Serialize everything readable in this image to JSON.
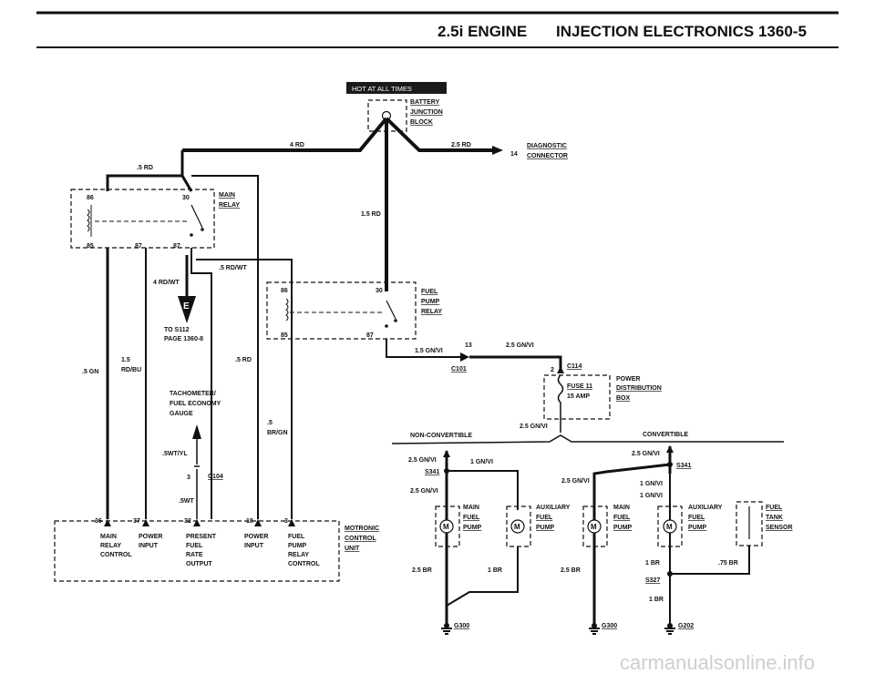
{
  "header": {
    "engine": "2.5i ENGINE",
    "section": "INJECTION ELECTRONICS 1360-5"
  },
  "hot_badge": "HOT AT ALL TIMES",
  "labels": {
    "battery_junction_block": [
      "BATTERY",
      "JUNCTION",
      "BLOCK"
    ],
    "wire_4rd": "4 RD",
    "wire_25rd": "2.5 RD",
    "diag_pin": "14",
    "diagnostic_connector": [
      "DIAGNOSTIC",
      "CONNECTOR"
    ],
    "wire_5rd_top": ".5 RD",
    "main_relay": [
      "MAIN",
      "RELAY"
    ],
    "main_relay_pins": [
      "86",
      "30",
      "85",
      "87",
      "87"
    ],
    "wire_15rd": "1.5 RD",
    "wire_5rdwt": ".5 RD/WT",
    "wire_4rdwt": "4 RD/WT",
    "to_s112": [
      "TO S112",
      "PAGE 1360-8"
    ],
    "fuel_pump_relay": [
      "FUEL",
      "PUMP",
      "RELAY"
    ],
    "fuel_pump_relay_pins": [
      "86",
      "30",
      "85",
      "87"
    ],
    "wire_15gnvi": "1.5 GN/VI",
    "wire_25gnvi_top": "2.5 GN/VI",
    "c101_pin": "13",
    "c101": "C101",
    "c114_pin": "2",
    "c114": "C114",
    "power_distribution_box": [
      "POWER",
      "DISTRIBUTION",
      "BOX"
    ],
    "fuse": [
      "FUSE 11",
      "15 AMP"
    ],
    "wire_25gnvi_fuse": "2.5 GN/VI",
    "wire_15rdbu": [
      "1.5",
      "RD/BU"
    ],
    "wire_5gn": ".5 GN",
    "wire_5rd_mid": ".5 RD",
    "tach_gauge": [
      "TACHOMETER/",
      "FUEL ECONOMY",
      "GAUGE"
    ],
    "wire_5brgn": [
      ".5",
      "BR/GN"
    ],
    "wire_5wtyl": ".5WT/YL",
    "c104_pin": "3",
    "c104": "C104",
    "wire_5wt": ".5WT",
    "non_convertible": "NON-CONVERTIBLE",
    "convertible": "CONVERTIBLE",
    "ecu_pins": [
      "36",
      "37",
      "32",
      "18",
      "3"
    ],
    "ecu_functions": [
      [
        "MAIN",
        "RELAY",
        "CONTROL"
      ],
      [
        "POWER",
        "INPUT"
      ],
      [
        "PRESENT",
        "FUEL",
        "RATE",
        "OUTPUT"
      ],
      [
        "POWER",
        "INPUT"
      ],
      [
        "FUEL",
        "PUMP",
        "RELAY",
        "CONTROL"
      ]
    ],
    "motronic_control_unit": [
      "MOTRONIC",
      "CONTROL",
      "UNIT"
    ],
    "nc_wire_25gnvi_a": "2.5 GN/VI",
    "nc_s341": "S341",
    "nc_wire_25gnvi_b": "2.5 GN/VI",
    "nc_wire_1gnvi": "1 GN/VI",
    "nc_main_pump": [
      "MAIN",
      "FUEL",
      "PUMP"
    ],
    "nc_aux_pump": [
      "AUXILIARY",
      "FUEL",
      "PUMP"
    ],
    "nc_wire_25br": "2.5 BR",
    "nc_wire_1br": "1 BR",
    "nc_g300": "G300",
    "cv_wire_25gnvi_a": "2.5 GN/VI",
    "cv_s341": "S341",
    "cv_wire_25gnvi_b": "2.5 GN/VI",
    "cv_wire_1gnvi_a": "1 GN/VI",
    "cv_wire_1gnvi_b": "1 GN/VI",
    "cv_main_pump": [
      "MAIN",
      "FUEL",
      "PUMP"
    ],
    "cv_aux_pump": [
      "AUXILIARY",
      "FUEL",
      "PUMP"
    ],
    "fuel_tank_sensor": [
      "FUEL",
      "TANK",
      "SENSOR"
    ],
    "cv_wire_25br": "2.5 BR",
    "cv_g300": "G300",
    "cv_wire_1br": "1 BR",
    "cv_wire_75br": ".75 BR",
    "cv_s327": "S327",
    "cv_wire_1br_b": "1 BR",
    "cv_g202": "G202",
    "motor_symbol": "M",
    "e_symbol": "E"
  },
  "watermark": "carmanualsonline.info"
}
